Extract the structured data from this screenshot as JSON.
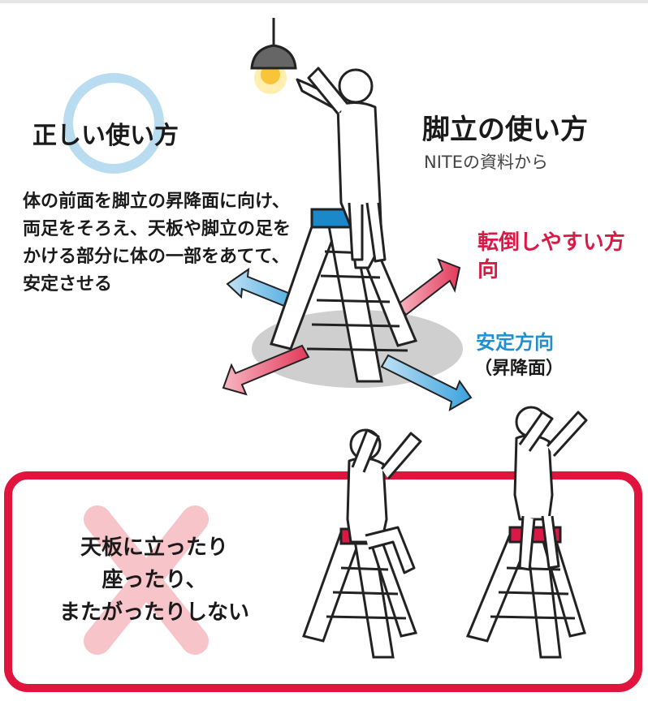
{
  "correct_title": "正しい使い方",
  "correct_description": "体の前面を脚立の昇降面に向け、両足をそろえ、天板や脚立の足をかける部分に体の一部をあてて、安定させる",
  "main_title": "脚立の使い方",
  "source": "NITEの資料から",
  "tip_direction_label": "転倒しやすい方向",
  "stable_direction_label": "安定方向",
  "stable_direction_sub": "（昇降面）",
  "bad_usage_lines": [
    "天板に立ったり",
    "座ったり、",
    "またがったりしない"
  ],
  "colors": {
    "warning_red": "#e0143c",
    "tip_red": "#d91a46",
    "stable_blue": "#1f8fd1",
    "ladder_blue": "#1a88c9",
    "ring_blue": "#b9dcf1"
  },
  "icons": [
    "lamp-icon",
    "person-figure",
    "stepladder",
    "tip-arrow",
    "stable-arrow",
    "cross-mark-icon"
  ]
}
